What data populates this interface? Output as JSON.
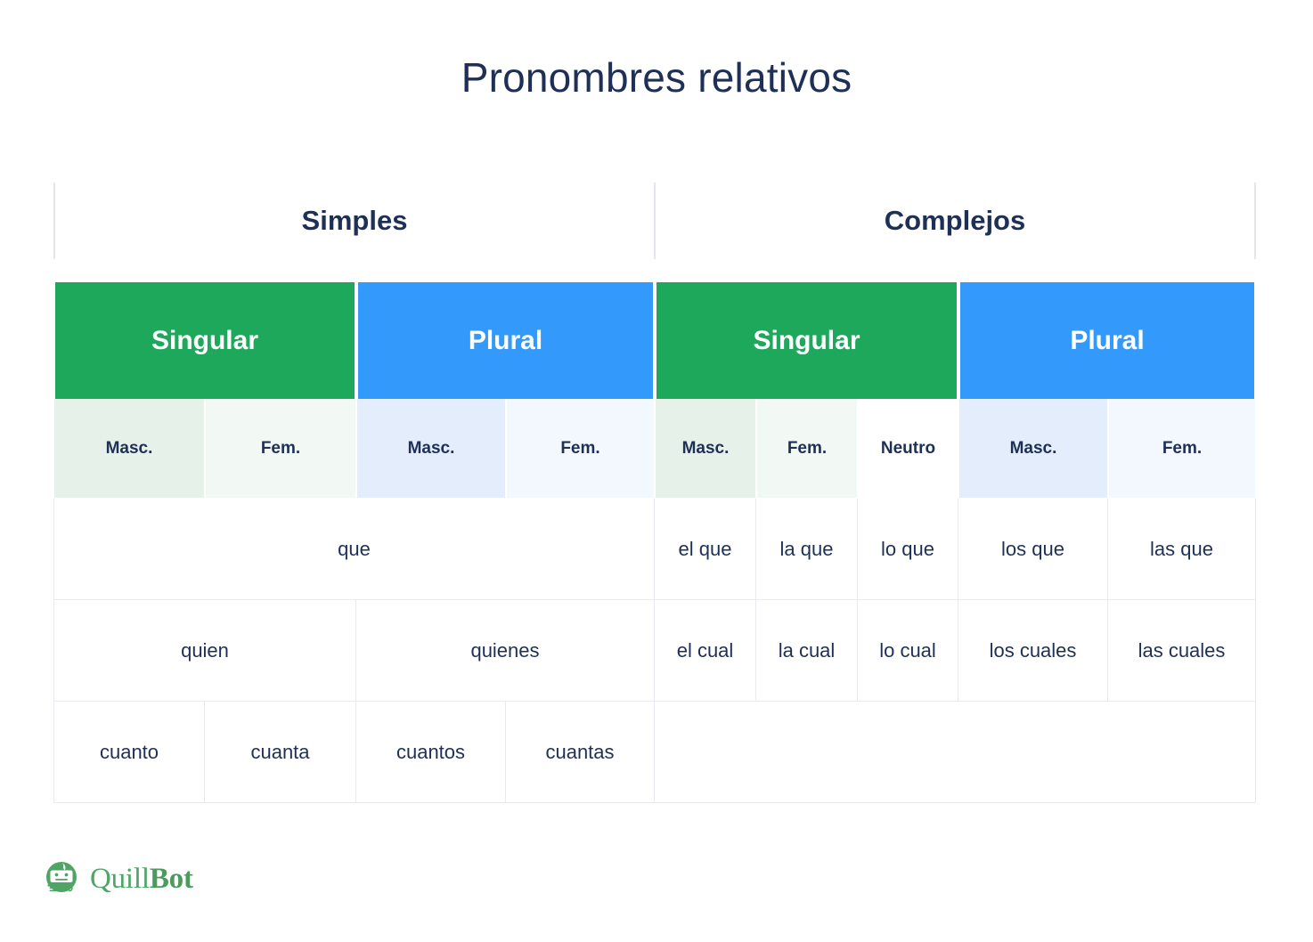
{
  "page": {
    "title": "Pronombres relativos",
    "background": "#ffffff",
    "text_color": "#1f3057"
  },
  "colors": {
    "green": "#1EA85C",
    "blue": "#3399FB",
    "green_masc_tint": "#E6F1E9",
    "green_fem_tint": "#F2F8F3",
    "blue_masc_tint": "#E3EDFB",
    "blue_fem_tint": "#F3F7FE",
    "neutro_tint": "#FFFFFF",
    "grid_line": "#e7eaee",
    "divider": "#e2e6ec",
    "logo_green": "#4FA565"
  },
  "groups": [
    {
      "label": "Simples"
    },
    {
      "label": "Complejos"
    }
  ],
  "number_bands": [
    {
      "label": "Singular",
      "color": "green",
      "group": "Simples"
    },
    {
      "label": "Plural",
      "color": "blue",
      "group": "Simples"
    },
    {
      "label": "Singular",
      "color": "green",
      "group": "Complejos"
    },
    {
      "label": "Plural",
      "color": "blue",
      "group": "Complejos"
    }
  ],
  "gender_headers": [
    {
      "label": "Masc.",
      "tint": "green_masc"
    },
    {
      "label": "Fem.",
      "tint": "green_fem"
    },
    {
      "label": "Masc.",
      "tint": "blue_masc"
    },
    {
      "label": "Fem.",
      "tint": "blue_fem"
    },
    {
      "label": "Masc.",
      "tint": "green_masc"
    },
    {
      "label": "Fem.",
      "tint": "green_fem"
    },
    {
      "label": "Neutro",
      "tint": "white"
    },
    {
      "label": "Masc.",
      "tint": "blue_masc"
    },
    {
      "label": "Fem.",
      "tint": "blue_fem"
    }
  ],
  "rows": [
    {
      "simples": [
        {
          "text": "que",
          "span": 4
        }
      ],
      "complejos": [
        {
          "text": "el que",
          "span": 1
        },
        {
          "text": "la que",
          "span": 1
        },
        {
          "text": "lo que",
          "span": 1
        },
        {
          "text": "los que",
          "span": 1
        },
        {
          "text": "las que",
          "span": 1
        }
      ]
    },
    {
      "simples": [
        {
          "text": "quien",
          "span": 2
        },
        {
          "text": "quienes",
          "span": 2
        }
      ],
      "complejos": [
        {
          "text": "el cual",
          "span": 1
        },
        {
          "text": "la cual",
          "span": 1
        },
        {
          "text": "lo cual",
          "span": 1
        },
        {
          "text": "los cuales",
          "span": 1
        },
        {
          "text": "las cuales",
          "span": 1
        }
      ]
    },
    {
      "simples": [
        {
          "text": "cuanto",
          "span": 1
        },
        {
          "text": "cuanta",
          "span": 1
        },
        {
          "text": "cuantos",
          "span": 1
        },
        {
          "text": "cuantas",
          "span": 1
        }
      ],
      "complejos": [
        {
          "text": "",
          "span": 5
        }
      ]
    }
  ],
  "footer": {
    "brand_first": "Quill",
    "brand_second": "Bot",
    "icon": "quillbot-robot-icon"
  }
}
